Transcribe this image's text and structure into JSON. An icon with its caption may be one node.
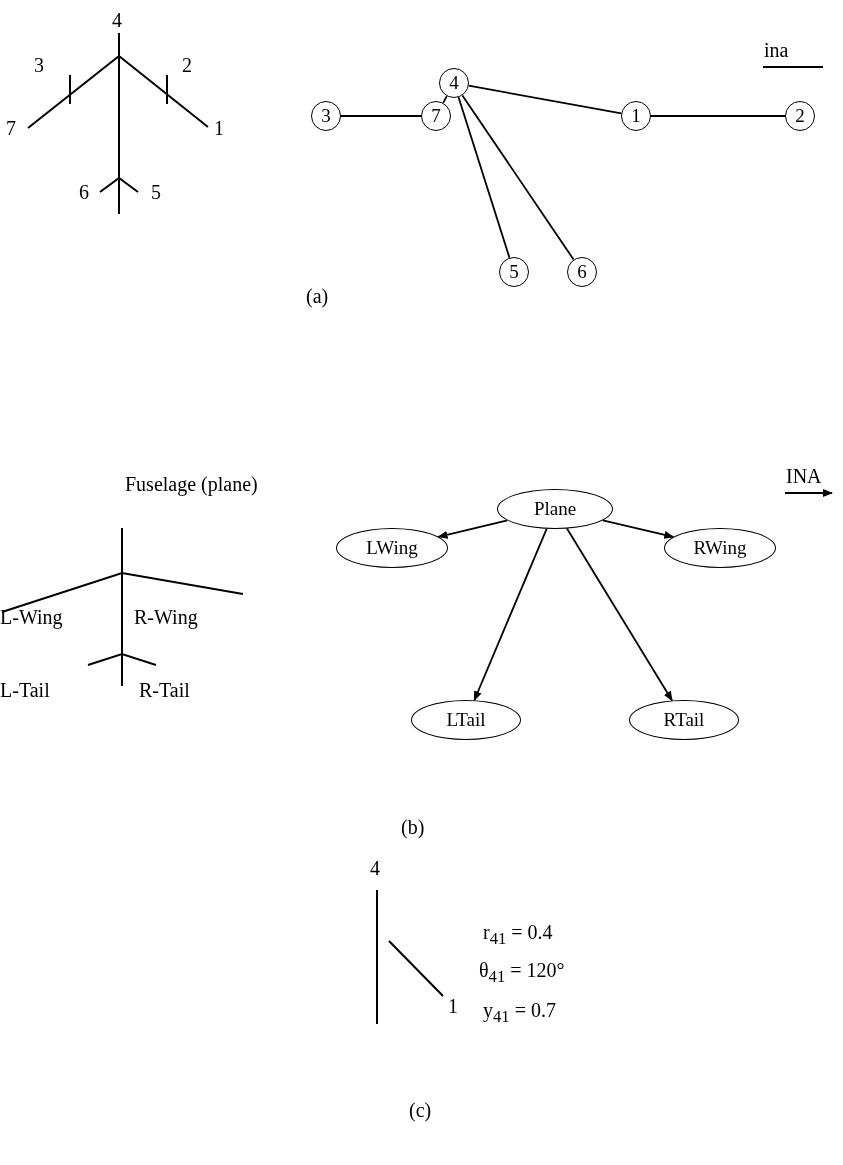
{
  "diagram": {
    "nodes": [
      {
        "text": [
          "4"
        ]
      },
      {
        "text": [
          "3"
        ]
      },
      {
        "text": [
          "7"
        ]
      },
      {
        "text": [
          "1"
        ]
      },
      {
        "text": [
          "2"
        ]
      },
      {
        "text": [
          "5"
        ]
      },
      {
        "text": [
          "6"
        ]
      },
      {
        "text": [
          "Plane"
        ]
      },
      {
        "text": [
          "LWing"
        ]
      },
      {
        "text": [
          "RWing"
        ]
      },
      {
        "text": [
          "LTail"
        ]
      },
      {
        "text": [
          "RTail"
        ]
      }
    ],
    "edges": [
      {
        "from": 1,
        "to": 2,
        "arrow": "none"
      },
      {
        "from": 2,
        "to": 0,
        "arrow": "none"
      },
      {
        "from": 0,
        "to": 3,
        "arrow": "none"
      },
      {
        "from": 3,
        "to": 4,
        "arrow": "none"
      },
      {
        "from": 0,
        "to": 5,
        "arrow": "none"
      },
      {
        "from": 0,
        "to": 6,
        "arrow": "none"
      },
      {
        "from": 7,
        "to": 8,
        "arrow": "to"
      },
      {
        "from": 7,
        "to": 9,
        "arrow": "to"
      },
      {
        "from": 7,
        "to": 10,
        "arrow": "to"
      },
      {
        "from": 7,
        "to": 11,
        "arrow": "to"
      }
    ],
    "labels": [
      "4",
      "3",
      "2",
      "7",
      "1",
      "6",
      "5",
      "ina",
      "(a)",
      "Fuselage (plane)",
      "INA",
      "L-Wing",
      "R-Wing",
      "L-Tail",
      "R-Tail",
      "(b)",
      "4",
      "r$_{41}$ = 0.4",
      "θ$_{41}$ = 120°",
      "1",
      "y$_{41}$ = 0.7",
      "(c)"
    ]
  }
}
